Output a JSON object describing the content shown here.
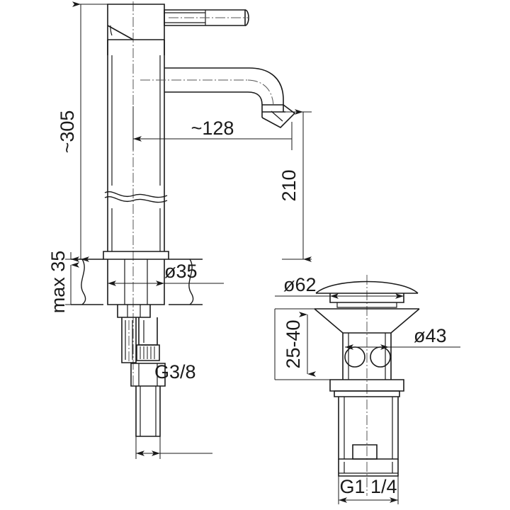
{
  "drawing": {
    "title": "Washbasin mixer tap and pop-up waste technical dimension drawing",
    "background_color": "#ffffff",
    "line_color": "#1a1a1a",
    "center_line_color": "#555555",
    "units": "mm"
  },
  "views": {
    "left": {
      "name": "basin-mixer-tap-elevation",
      "description": "Single lever basin mixer tap, front elevation with section break"
    },
    "right": {
      "name": "pop-up-waste-elevation",
      "description": "Click-clack pop-up waste drain assembly, front elevation"
    }
  },
  "dimensions": {
    "total_height": {
      "label": "~305",
      "name": "dimension-total-height",
      "view": "left"
    },
    "spout_reach": {
      "label": "~128",
      "name": "dimension-spout-reach",
      "view": "left"
    },
    "spout_height": {
      "label": "210",
      "name": "dimension-spout-height",
      "view": "left"
    },
    "max_thickness": {
      "label": "max 35",
      "name": "dimension-max-mounting-thickness",
      "view": "left"
    },
    "base_diameter": {
      "label": "ø35",
      "name": "dimension-base-diameter",
      "view": "left"
    },
    "inlet_thread": {
      "label": "G3/8",
      "name": "dimension-inlet-thread",
      "view": "left"
    },
    "cap_diameter": {
      "label": "ø62",
      "name": "dimension-waste-cap-diameter",
      "view": "right"
    },
    "mounting_range": {
      "label": "25-40",
      "name": "dimension-basin-thickness-range",
      "view": "right"
    },
    "body_diameter": {
      "label": "ø43",
      "name": "dimension-waste-body-diameter",
      "view": "right"
    },
    "outlet_thread": {
      "label": "G1 1/4",
      "name": "dimension-waste-outlet-thread",
      "view": "right"
    }
  }
}
